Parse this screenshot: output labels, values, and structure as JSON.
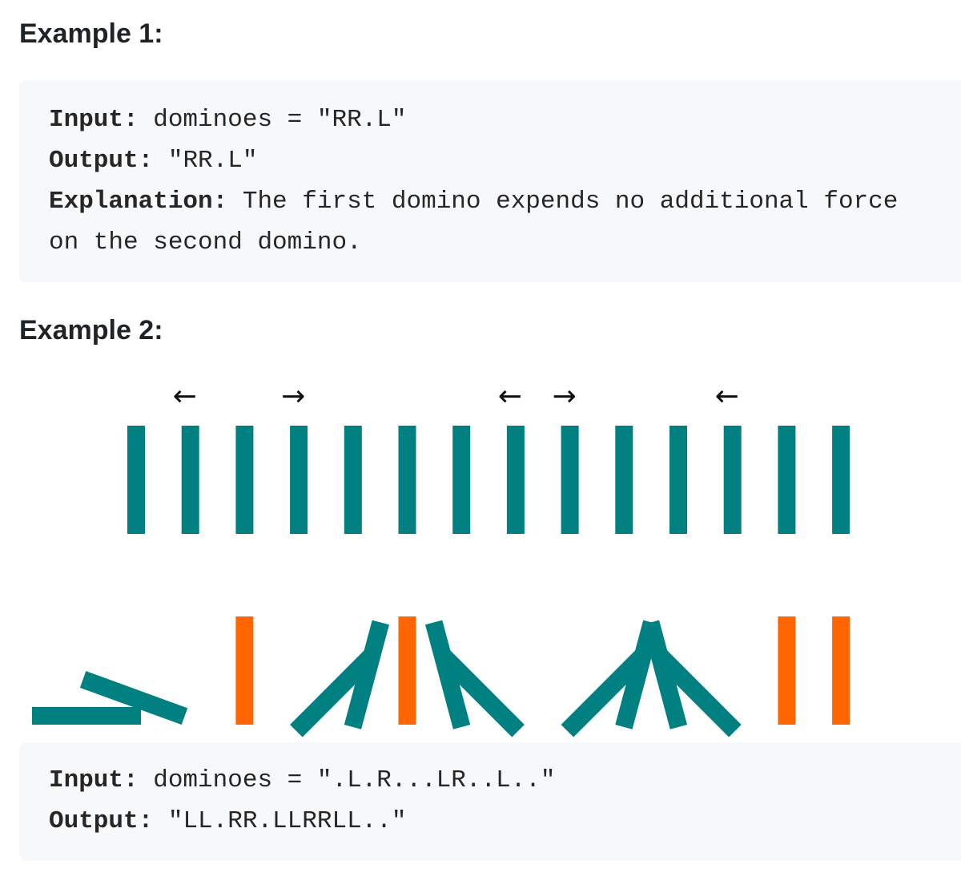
{
  "example1": {
    "heading": "Example 1:",
    "input_label": "Input:",
    "input_text": " dominoes = \"RR.L\"",
    "output_label": "Output:",
    "output_text": " \"RR.L\"",
    "explanation_label": "Explanation:",
    "explanation_text": " The first domino expends no additional force",
    "explanation_text_2": "on the second domino."
  },
  "example2": {
    "heading": "Example 2:",
    "input_label": "Input:",
    "input_text": " dominoes = \".L.R...LR..L..\"",
    "output_label": "Output:",
    "output_text": " \"LL.RR.LLRRLL..\"",
    "pushes": [
      "",
      "L",
      "",
      "R",
      "",
      "",
      "",
      "L",
      "R",
      "",
      "",
      "L",
      "",
      ""
    ],
    "final_state": [
      "L",
      "L",
      ".",
      "R",
      "R",
      ".",
      "L",
      "L",
      "R",
      "R",
      "L",
      "L",
      ".",
      "."
    ],
    "colors": {
      "standing": "#008080",
      "balanced": "#ff6600"
    }
  }
}
